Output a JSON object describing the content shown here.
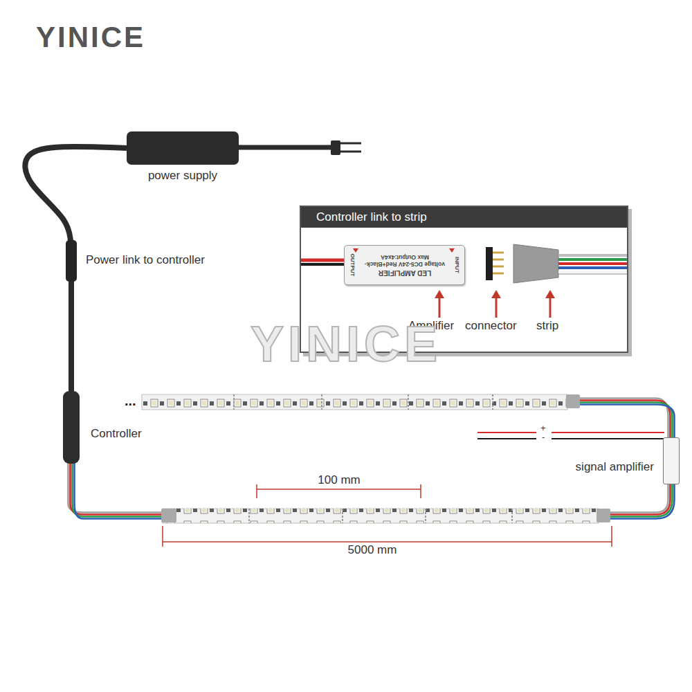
{
  "diagram": {
    "nodes": [
      {
        "text": [
          "power supply"
        ]
      },
      {
        "text": [
          "Controller link to strip"
        ]
      },
      {
        "text": [
          "OUTPUT",
          "LED AMPLIFIER",
          "voltage DC5-24V Red+Black-",
          "Max Output:4x4A",
          "INPUT"
        ],
        "in": 1
      },
      {
        "text": [
          "Controller"
        ]
      },
      {
        "text": [
          "signal amplifier"
        ]
      }
    ],
    "edges": [
      {
        "from": 0,
        "to": 3,
        "arrow": "none",
        "label": "Power link to controller"
      }
    ],
    "labels": [
      "YINICE",
      "Amplifier",
      "connector",
      "strip",
      "YINICE",
      "...",
      "+",
      "-",
      "100 mm",
      "5000 mm"
    ]
  }
}
